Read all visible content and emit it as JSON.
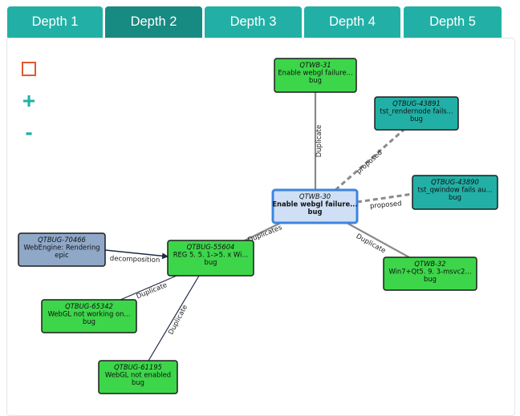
{
  "tabs": [
    {
      "label": "Depth 1",
      "active": false
    },
    {
      "label": "Depth 2",
      "active": true
    },
    {
      "label": "Depth 3",
      "active": false
    },
    {
      "label": "Depth 4",
      "active": false
    },
    {
      "label": "Depth 5",
      "active": false
    }
  ],
  "controls": {
    "plus_label": "+",
    "minus_label": "-"
  },
  "colors": {
    "tab": "#22b0a6",
    "tab_active": "#178a82",
    "bug": "#3dd64a",
    "proposed": "#22b0a6",
    "epic": "#8fa8c8",
    "center": "#cfe0f6",
    "center_border": "#3c84e0"
  },
  "graph": {
    "nodes": [
      {
        "id": "n30",
        "key": "QTWB-30",
        "title": "Enable webgl failure...",
        "type": "bug",
        "kind": "center"
      },
      {
        "id": "n31",
        "key": "QTWB-31",
        "title": "Enable webgl failure...",
        "type": "bug",
        "kind": "bug"
      },
      {
        "id": "n43891",
        "key": "QTBUG-43891",
        "title": "tst_rendernode fails...",
        "type": "bug",
        "kind": "proposed"
      },
      {
        "id": "n43890",
        "key": "QTBUG-43890",
        "title": "tst_qwindow fails au...",
        "type": "bug",
        "kind": "proposed"
      },
      {
        "id": "n32",
        "key": "QTWB-32",
        "title": "Win7+Qt5. 9. 3-msvc2...",
        "type": "bug",
        "kind": "bug"
      },
      {
        "id": "n55604",
        "key": "QTBUG-55604",
        "title": "REG 5. 5. 1->5. x Wi...",
        "type": "bug",
        "kind": "bug"
      },
      {
        "id": "n70466",
        "key": "QTBUG-70466",
        "title": "WebEngine: Rendering",
        "type": "epic",
        "kind": "epic"
      },
      {
        "id": "n65342",
        "key": "QTBUG-65342",
        "title": "WebGL not working on...",
        "type": "bug",
        "kind": "bug"
      },
      {
        "id": "n61195",
        "key": "QTBUG-61195",
        "title": "WebGL not enabled",
        "type": "bug",
        "kind": "bug"
      }
    ],
    "edges": [
      {
        "from": "n30",
        "to": "n31",
        "label": "Duplicate",
        "style": "solid"
      },
      {
        "from": "n30",
        "to": "n43891",
        "label": "proposed",
        "style": "dashed"
      },
      {
        "from": "n30",
        "to": "n43890",
        "label": "proposed",
        "style": "dashed"
      },
      {
        "from": "n30",
        "to": "n32",
        "label": "Duplicate",
        "style": "solid"
      },
      {
        "from": "n55604",
        "to": "n30",
        "label": "Duplicates",
        "style": "solid"
      },
      {
        "from": "n70466",
        "to": "n55604",
        "label": "decomposition",
        "style": "arrow"
      },
      {
        "from": "n55604",
        "to": "n65342",
        "label": "Duplicate",
        "style": "solid"
      },
      {
        "from": "n55604",
        "to": "n61195",
        "label": "Duplicate",
        "style": "solid"
      }
    ]
  }
}
